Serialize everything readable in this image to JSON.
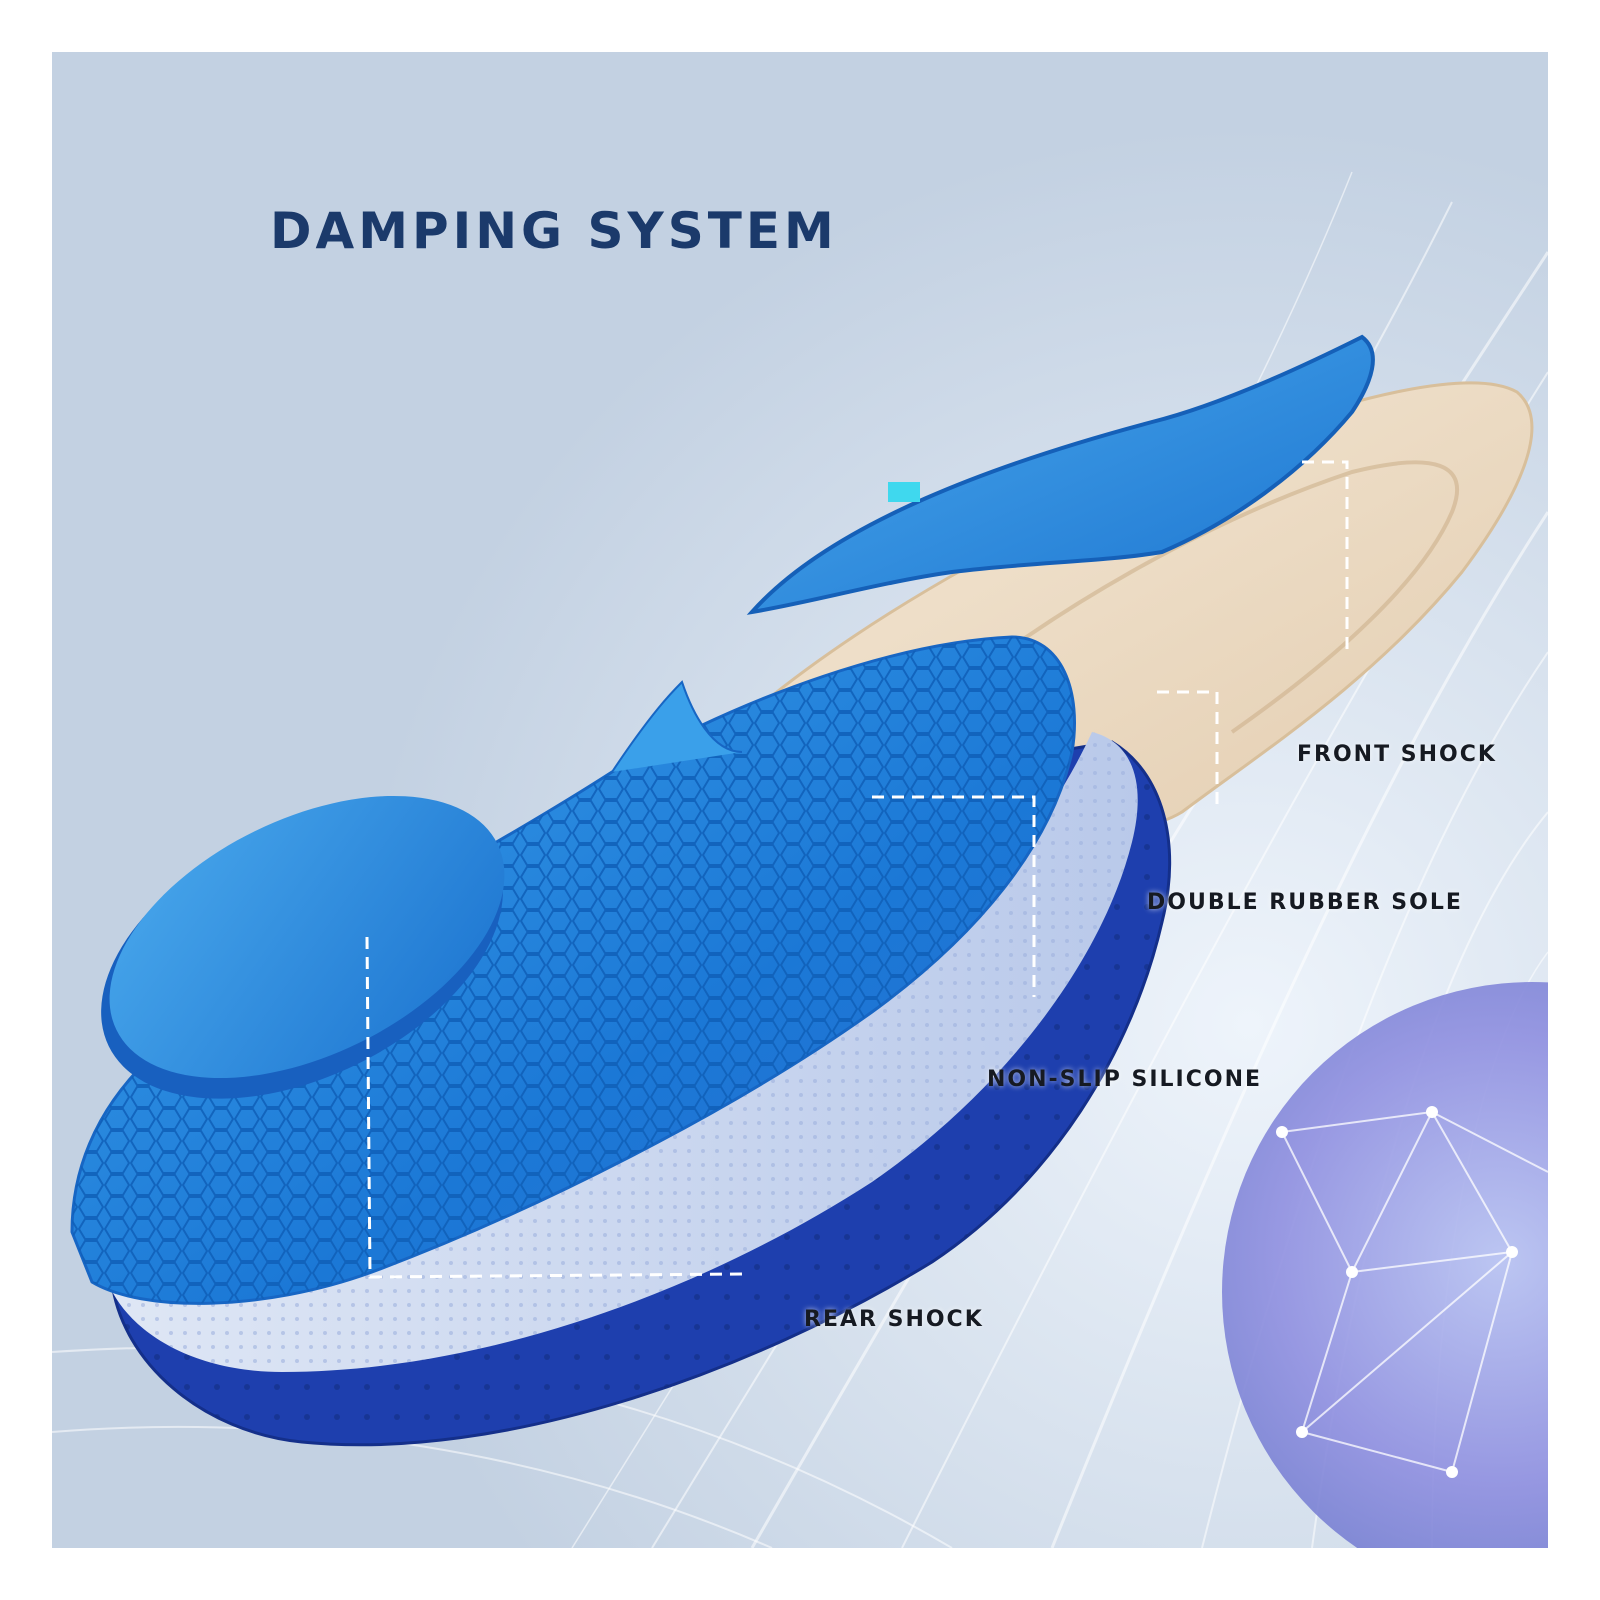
{
  "title": "DAMPING SYSTEM",
  "callouts": {
    "front_shock": "FRONT SHOCK",
    "double_rubber_sole": "DOUBLE RUBBER SOLE",
    "non_slip_silicone": "NON-SLIP SILICONE",
    "rear_shock": "REAR SHOCK"
  },
  "colors": {
    "background": "#c5d3e3",
    "title": "#1b3a6b",
    "gel_blue": "#1f7fd8",
    "pad_blue": "#2a8de0",
    "sole_navy": "#1e3fae",
    "mesh_light": "#c8d6ef",
    "beige": "#eedfc8",
    "callout_line": "#ffffff"
  },
  "icons": {
    "globe": "network-globe-icon"
  }
}
